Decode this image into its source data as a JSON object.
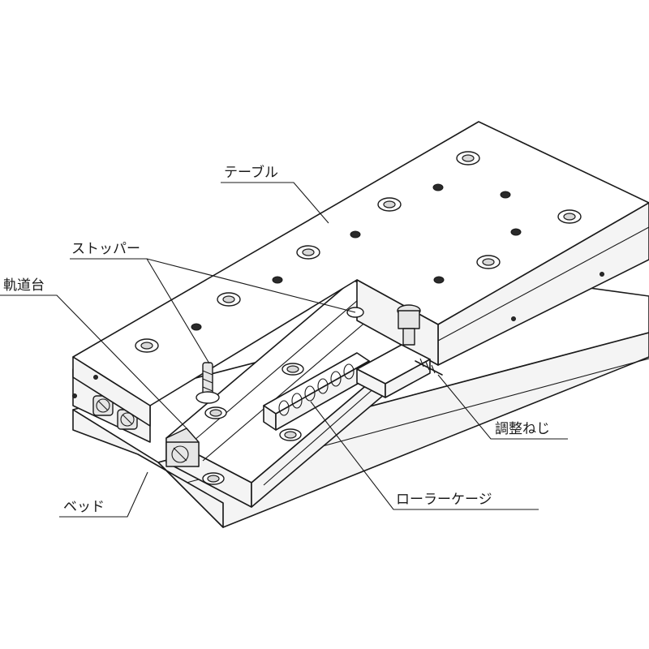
{
  "labels": {
    "table": "テーブル",
    "stopper": "ストッパー",
    "rail_base": "軌道台",
    "bed": "ベッド",
    "adjust_screw": "調整ねじ",
    "roller_cage": "ローラーケージ"
  }
}
